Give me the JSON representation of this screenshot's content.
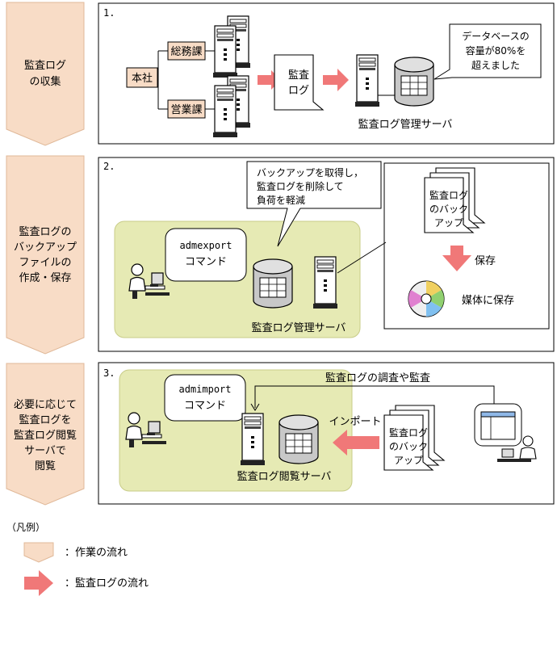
{
  "steps": [
    {
      "label": [
        "監査ログ",
        "の収集"
      ]
    },
    {
      "label": [
        "監査ログの",
        "バックアップ",
        "ファイルの",
        "作成・保存"
      ]
    },
    {
      "label": [
        "必要に応じて",
        "監査ログを",
        "監査ログ閲覧",
        "サーバで",
        "閲覧"
      ]
    }
  ],
  "panel1": {
    "number": "1.",
    "hq": "本社",
    "dept_general": "総務課",
    "dept_sales": "営業課",
    "doc_lines": [
      "監査",
      "ログ"
    ],
    "server_label": "監査ログ管理サーバ",
    "callout": [
      "データベースの",
      "容量が80%を",
      "超えました"
    ]
  },
  "panel2": {
    "number": "2.",
    "command_lines": [
      "admexport",
      "コマンド"
    ],
    "callout": [
      "バックアップを取得し，",
      "監査ログを削除して",
      "負荷を軽減"
    ],
    "backup_lines": [
      "監査ログ",
      "のバック",
      "アップ"
    ],
    "save_label": "保存",
    "media_label": "媒体に保存",
    "server_label": "監査ログ管理サーバ"
  },
  "panel3": {
    "number": "3.",
    "command_lines": [
      "admimport",
      "コマンド"
    ],
    "investigate_label": "監査ログの調査や監査",
    "import_label": "インポート",
    "backup_lines": [
      "監査ログ",
      "のバック",
      "アップ"
    ],
    "server_label": "監査ログ閲覧サーバ"
  },
  "legend": {
    "title": "（凡例）",
    "work_flow": "：作業の流れ",
    "log_flow": "：監査ログの流れ"
  },
  "colors": {
    "step_fill": "#f8dcc6",
    "step_stroke": "#e0b898",
    "hq_fill": "#f8dcc6",
    "area_fill": "#e6eab4",
    "area_stroke": "#c8cc88",
    "arrow_fill": "#f07878"
  }
}
